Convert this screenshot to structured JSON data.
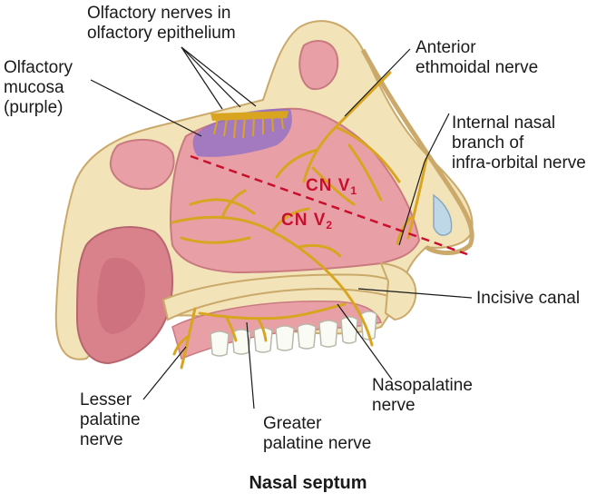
{
  "labels": {
    "olfactory_nerves": [
      "Olfactory nerves in",
      "olfactory epithelium"
    ],
    "olfactory_mucosa": [
      "Olfactory",
      "mucosa",
      "(purple)"
    ],
    "anterior_ethmoidal": [
      "Anterior",
      "ethmoidal nerve"
    ],
    "internal_nasal": [
      "Internal nasal",
      "branch of",
      "infra-orbital nerve"
    ],
    "incisive_canal": [
      "Incisive canal"
    ],
    "nasopalatine": [
      "Nasopalatine",
      "nerve"
    ],
    "lesser_palatine": [
      "Lesser",
      "palatine",
      "nerve"
    ],
    "greater_palatine": [
      "Greater",
      "palatine nerve"
    ]
  },
  "divisions": {
    "cn_v1": {
      "text": "CN V",
      "sub": "1"
    },
    "cn_v2": {
      "text": "CN V",
      "sub": "2"
    }
  },
  "caption": "Nasal septum",
  "colors": {
    "septum": "#e8a0a6",
    "bone": "#f2e3b8",
    "nerve": "#d9a520",
    "mucosa": "#8c6cc8",
    "divider": "#c8102e"
  }
}
